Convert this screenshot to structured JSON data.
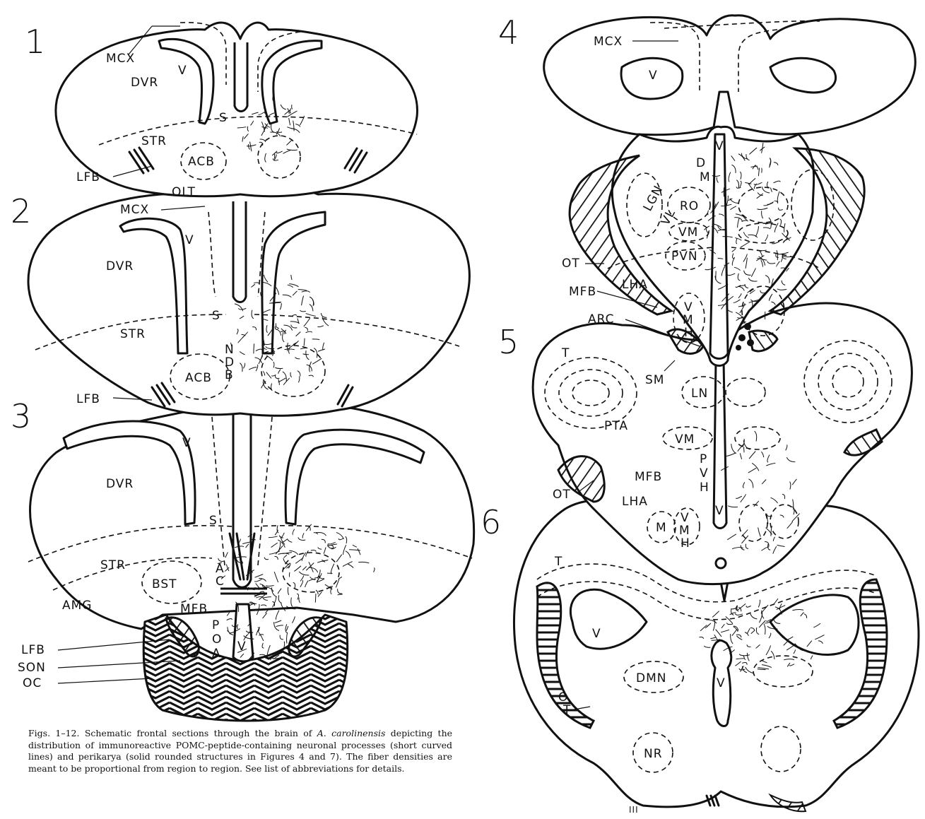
{
  "figure_numbers": [
    "1",
    "2",
    "3",
    "4",
    "5",
    "6"
  ],
  "labels": {
    "s1": {
      "mcx": "MCX",
      "v": "V",
      "dvr": "DVR",
      "s": "S",
      "str": "STR",
      "acb": "ACB",
      "lfb": "LFB",
      "olt": "OLT"
    },
    "s2": {
      "mcx": "MCX",
      "v": "V",
      "dvr": "DVR",
      "s": "S",
      "str": "STR",
      "acb": "ACB",
      "ndb": "NDB",
      "lfb": "LFB"
    },
    "s3": {
      "v": "V",
      "dvr": "DVR",
      "s": "S",
      "str": "STR",
      "bst": "BST",
      "ac": "AC",
      "amg": "AMG",
      "mfb": "MFB",
      "poa": "POA",
      "v2": "V",
      "lfb": "LFB",
      "son": "SON",
      "oc": "OC"
    },
    "s4": {
      "mcx": "MCX",
      "v": "V",
      "v2": "V",
      "dm": "DM",
      "lgn": "LGN",
      "vl": "VL",
      "ro": "RO",
      "vm": "VM",
      "pvn": "PVN",
      "ot": "OT",
      "mfb": "MFB",
      "lha": "LHA",
      "vmh": "VMH",
      "arc": "ARC"
    },
    "s5": {
      "t": "T",
      "sm": "SM",
      "ln": "LN",
      "pta": "PTA",
      "vm": "VM",
      "mfb": "MFB",
      "pvh": "PVH",
      "ot": "OT",
      "lha": "LHA",
      "m": "M",
      "vmh": "VMH",
      "v": "V"
    },
    "s6": {
      "t": "T",
      "v": "V",
      "dmn": "DMN",
      "v2": "V",
      "ot": "OT",
      "nr": "NR",
      "iii": "III"
    }
  },
  "caption": {
    "lead": "Figs. 1–12.  Schematic frontal sections through the brain of ",
    "species": "A. carolinensis",
    "body": " depicting the distribution of immunoreactive POMC-peptide-containing neuronal processes (short curved lines) and perikarya (solid rounded structures in Figures 4 and 7). The fiber densities are meant to be proportional from region to region. See list of abbreviations for details."
  }
}
